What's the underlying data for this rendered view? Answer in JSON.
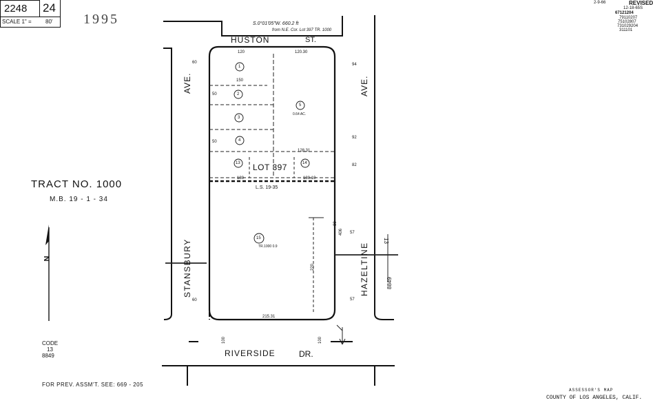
{
  "header": {
    "map_book": "2248",
    "page": "24",
    "scale_label": "SCALE 1\" =",
    "scale_value": "80'",
    "year": "1995"
  },
  "revision": {
    "top_date": "2-9-66",
    "revised_label": "REVISED",
    "lines": [
      "12-18-65S",
      "67121204",
      "79110207",
      "75102807",
      "731029204",
      "311101"
    ]
  },
  "tract": {
    "title": "TRACT NO. 1000",
    "ref": "M.B. 19 - 1 - 34"
  },
  "streets": {
    "north": "HUSTON",
    "north_suffix": "ST.",
    "west": "STANSBURY",
    "west_suffix": "AVE.",
    "east": "HAZELTINE",
    "east_suffix": "AVE.",
    "south": "RIVERSIDE",
    "south_suffix": "DR."
  },
  "lot": {
    "label": "LOT 397",
    "bearing_note": "S.0°01'05\"W. 660.2 ft",
    "from_note": "from N.E. Cor. Lot 397 TR. 1000",
    "ls": "L.S. 19-35"
  },
  "parcels": [
    {
      "num": "1"
    },
    {
      "num": "2"
    },
    {
      "num": "3"
    },
    {
      "num": "4"
    },
    {
      "num": "5"
    },
    {
      "num": "13"
    },
    {
      "num": "14"
    },
    {
      "num": "15"
    }
  ],
  "dims": {
    "top_120": "120",
    "top_120_a": "120.30",
    "lot_150": "150",
    "w_60": "60",
    "w_50_a": "50",
    "w_50_b": "50",
    "w_60_b": "60",
    "cd_left": "180",
    "cd_right": "180.10",
    "cd_lower": "128.31",
    "south_dim": "215.31",
    "v_220": "220",
    "v_80": "80",
    "v_406": "406",
    "e_94": "94",
    "e_92": "92",
    "e_82": "82",
    "e_57": "57",
    "e_57b": "57",
    "w_100": "100",
    "e_100": "100",
    "area_5": "0.64 AC.",
    "area_15": "TR.1000 0.9"
  },
  "code": {
    "label": "CODE",
    "num": "13",
    "area": "8849",
    "east_area": "8849",
    "east_code": "13"
  },
  "footer": {
    "prev_assmt": "FOR PREV. ASSM'T. SEE: 669 - 205",
    "assessor": "ASSESSOR'S MAP",
    "county": "COUNTY OF LOS ANGELES, CALIF."
  },
  "north_arrow": "N"
}
